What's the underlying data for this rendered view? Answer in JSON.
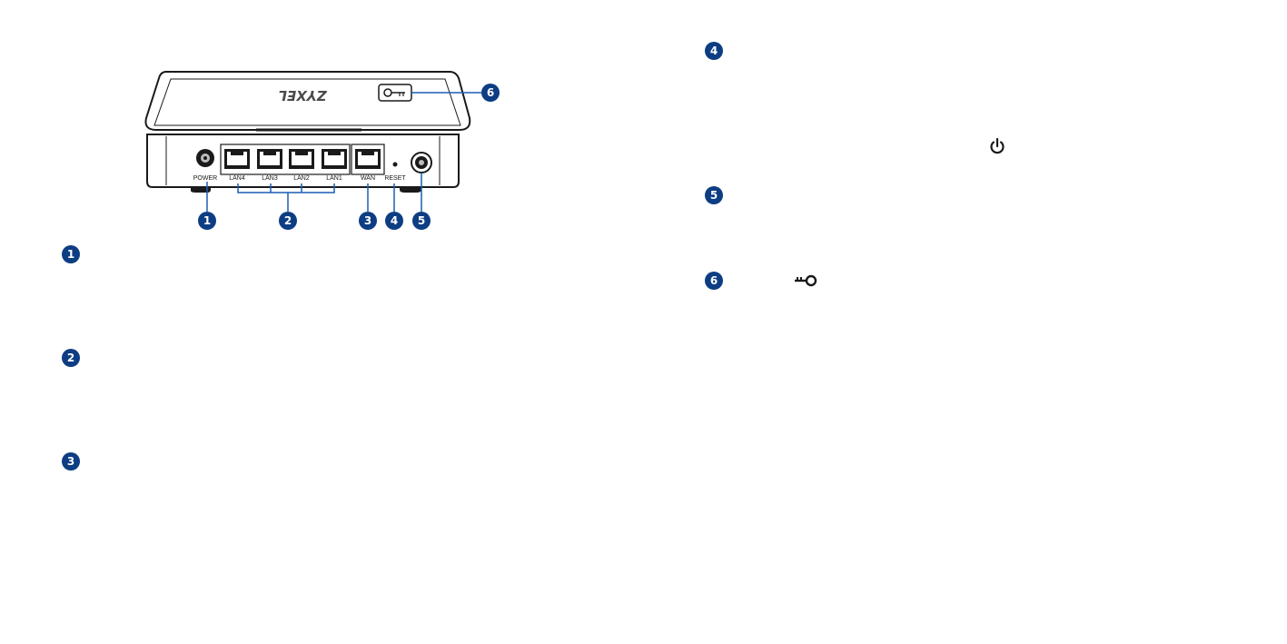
{
  "device": {
    "brand_logo": "ZYXEL",
    "ports": {
      "power": "POWER",
      "lan4": "LAN4",
      "lan3": "LAN3",
      "lan2": "LAN2",
      "lan1": "LAN1",
      "wan": "WAN",
      "reset": "RESET"
    }
  },
  "diagram_callouts": [
    "1",
    "2",
    "3",
    "4",
    "5",
    "6"
  ],
  "sections": [
    {
      "number": "1"
    },
    {
      "number": "2"
    },
    {
      "number": "3"
    },
    {
      "number": "4",
      "icon": "power-icon"
    },
    {
      "number": "5"
    },
    {
      "number": "6",
      "icon": "key-icon"
    }
  ],
  "colors": {
    "callout": "#0d3d82",
    "device_outline": "#1a1a1a",
    "leader_line": "#1a5fb4"
  }
}
